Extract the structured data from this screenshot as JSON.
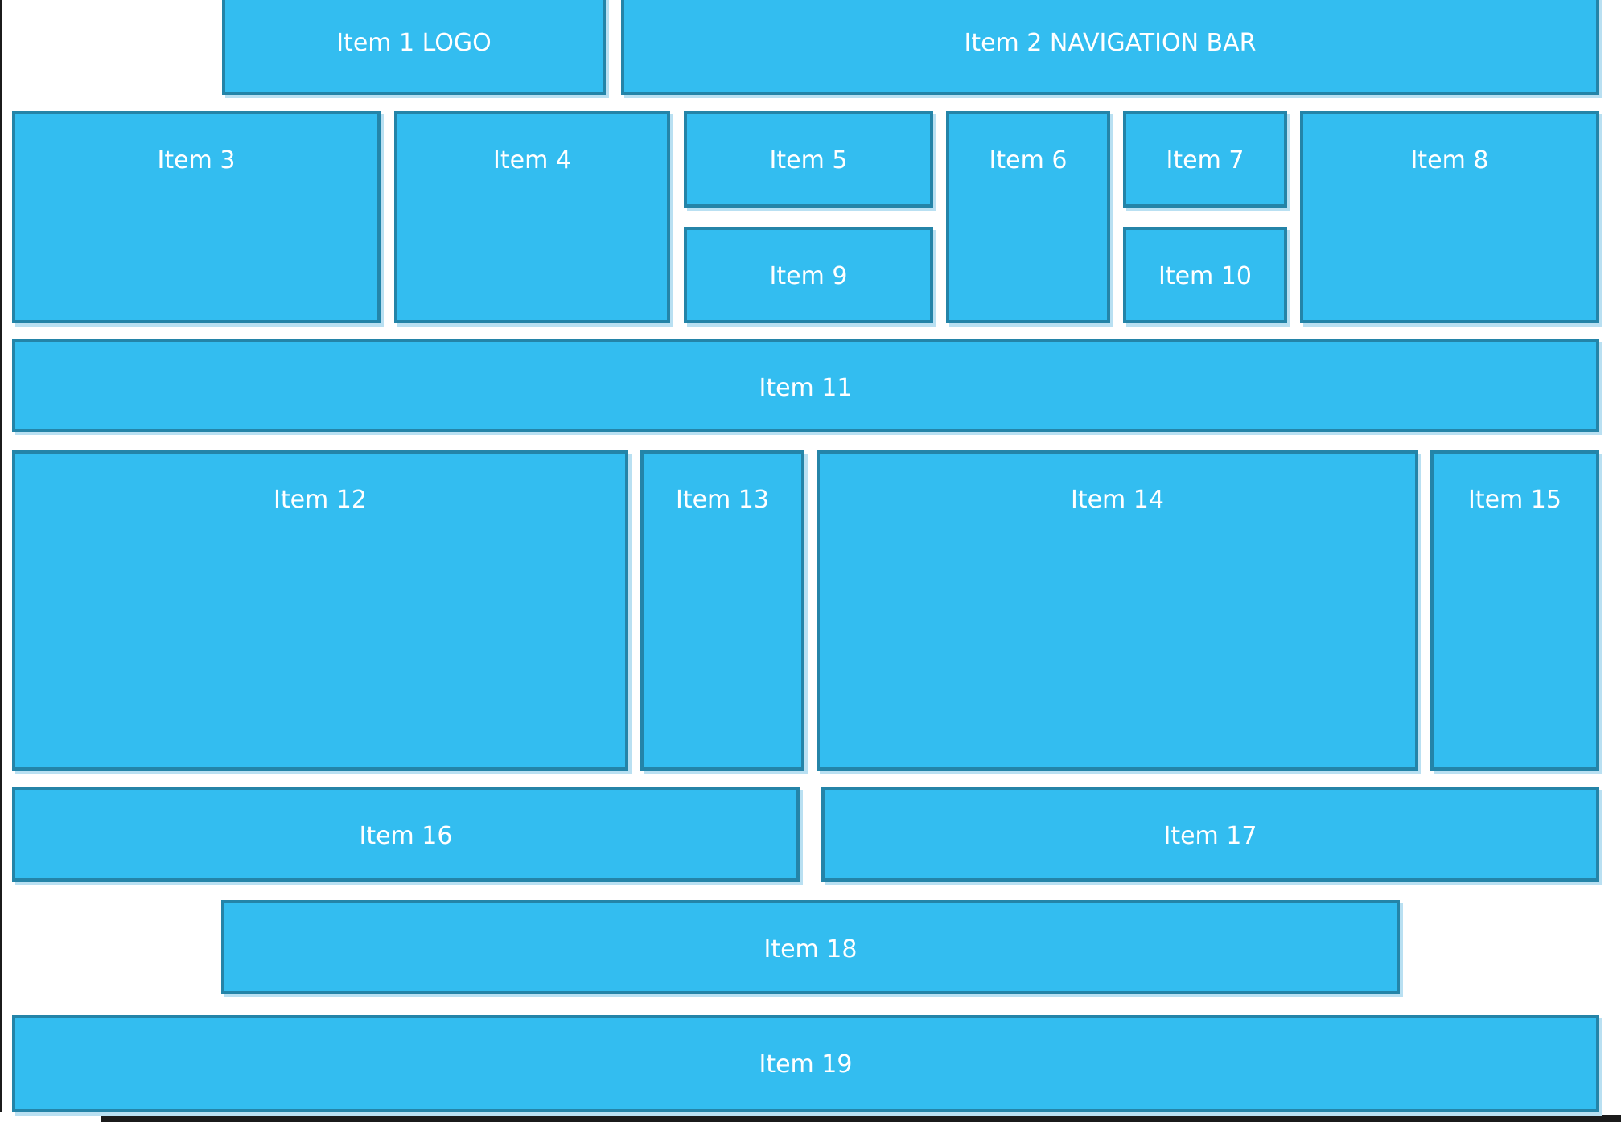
{
  "page": {
    "description": "CSS grid layout demo page",
    "background": "#ffffff"
  },
  "colors": {
    "item_fill": "#33bdf0",
    "item_border": "#2484a8",
    "item_shadow": "#b9e0f2",
    "item_text": "#ffffff",
    "frame_line": "#1b1b1b"
  },
  "items": [
    {
      "label": "Item 1 LOGO"
    },
    {
      "label": "Item 2 NAVIGATION BAR"
    },
    {
      "label": "Item 3"
    },
    {
      "label": "Item 4"
    },
    {
      "label": "Item 5"
    },
    {
      "label": "Item 6"
    },
    {
      "label": "Item 7"
    },
    {
      "label": "Item 8"
    },
    {
      "label": "Item 9"
    },
    {
      "label": "Item 10"
    },
    {
      "label": "Item 11"
    },
    {
      "label": "Item 12"
    },
    {
      "label": "Item 13"
    },
    {
      "label": "Item 14"
    },
    {
      "label": "Item 15"
    },
    {
      "label": "Item 16"
    },
    {
      "label": "Item 17"
    },
    {
      "label": "Item 18"
    },
    {
      "label": "Item 19"
    }
  ]
}
